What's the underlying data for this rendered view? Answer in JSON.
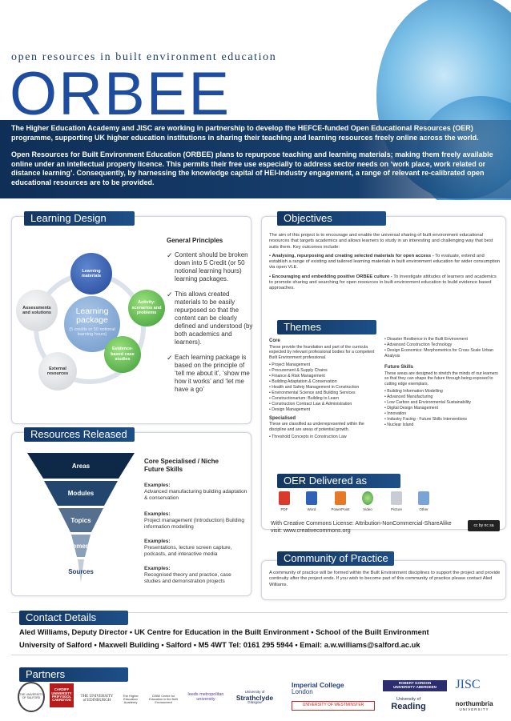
{
  "header": {
    "tagline": "open resources in built environment education",
    "wordmark": "ORBEE",
    "intro_p1": "The Higher Education Academy and JISC are working in partnership to develop the HEFCE-funded Open Educational Resources (OER) programme, supporting UK higher education institutions in sharing their teaching and learning resources freely online across the world.",
    "intro_p2": "Open Resources for Built Environment Education (ORBEE) plans to repurpose teaching and learning materials; making them freely available online under an intellectual property licence.  This permits their free use especially to address sector needs on ‘work place, work related or distance learning’.  Consequently, by harnessing the knowledge capital of HEI-Industry engagement, a range of relevant re-calibrated open educational resources are to be provided."
  },
  "learning_design": {
    "heading": "Learning Design",
    "center_title": "Learning package",
    "center_sub": "(5 credits or 50 notional learning hours)",
    "nodes": {
      "learning": "Learning materials",
      "activity": "Activity: scenarios and problems",
      "evidence": "Evidence-based case studies",
      "external": "External resources",
      "assessment": "Assessments and solutions"
    },
    "principles_title": "General Principles",
    "principles": [
      "Content should be broken down into 5 Credit (or 50 notional learning hours) learning packages.",
      "This allows created materials to be easily repurposed so that the content can be clearly defined and understood (by both academics and learners).",
      "Each learning package is based on the principle of ‘tell me about it’, ‘show me how it works’ and ‘let me have a go’"
    ]
  },
  "objectives": {
    "heading": "Objectives",
    "intro": "The aim of this project is to encourage and enable the universal sharing of built environment educational resources that targets academics and allows learners to study in an interesting and challenging way that best suits them. Key outcomes include:",
    "item1_bold": "Analysing, repurposing and creating selected materials for open access -",
    "item1_rest": " To evaluate, extend and establish a range of existing and tailored learning materials in built environment education for wider consumption via open VLE.",
    "item2_bold": "Encouraging and embedding positive ORBEE culture -",
    "item2_rest": " To investigate attitudes of learners and academics to promote sharing and searching for open resources in built environment education to build evidence based approaches."
  },
  "themes": {
    "heading": "Themes",
    "core_title": "Core",
    "core_desc": "These provide the foundation and part of the curricula expected by relevant professional bodies for a competent Built Environment professional.",
    "core_list": [
      "Project Management",
      "Procurement & Supply Chains",
      "Finance & Risk Management",
      "Building Adaptation & Conservation",
      "Health and Safety Management in Construction",
      "Environmental Science and Building Services",
      "Constructionarium: Building to Learn",
      "Construction Contract Law & Administration",
      "Design Management"
    ],
    "spec_title": "Specialised",
    "spec_desc": "These are classified as underrepresented within the discipline and are areas of potential growth.",
    "spec_list": [
      "Threshold Concepts in Construction Law",
      "Disaster Resilience in the Built Environment",
      "Advanced Construction Technology",
      "Design Economics: Morphometrics for Cross Scale Urban Analysis"
    ],
    "future_title": "Future Skills",
    "future_desc": "These areas are designed to stretch the minds of our learners so that they can shape the future through being exposed to cutting edge exemplars.",
    "future_list": [
      "Building Information Modelling",
      "Advanced Manufacturing",
      "Low Carbon and Environmental Sustainability",
      "Digital Design Management",
      "Innovation",
      "Industry Facing - Future Skills Interventions",
      "Nuclear Island"
    ]
  },
  "resources": {
    "heading": "Resources Released",
    "levels": [
      "Areas",
      "Modules",
      "Topics",
      "Elements",
      "Sources"
    ],
    "head_line1": "Core Specialised / Niche",
    "head_line2": "Future Skills",
    "examples": [
      {
        "label": "Examples:",
        "text": "Advanced manufacturing building adaptation & conservation"
      },
      {
        "label": "Examples:",
        "text": "Project management (Introduction) Building information modelling"
      },
      {
        "label": "Examples:",
        "text": "Presentations, lecture screen capture, podcasts, and interactive media"
      },
      {
        "label": "Examples:",
        "text": "Recognised theory and practice, case studies and demonstration projects"
      }
    ]
  },
  "oer": {
    "heading": "OER Delivered as",
    "formats": [
      "PDF",
      "Word",
      "PowerPoint",
      "Video",
      "Picture",
      "Other"
    ],
    "license": "With Creative Commons License: Attribution-NonCommercial-ShareAlike",
    "visit": "visit: www.creativecommons.org",
    "cc_badge": "cc by nc sa"
  },
  "community": {
    "heading": "Community of Practice",
    "text": "A community of practice will be formed within the Built Environment disciplines to support the project and provide continuity after the project ends. If you wish to become part of this community of practice please contact Aled Williams."
  },
  "contact": {
    "heading": "Contact Details",
    "line1": "Aled Williams, Deputy Director • UK Centre for Education in the Built Environment • School of the Built Environment",
    "line2": "University of Salford • Maxwell Building • Salford • M5 4WT Tel:  0161 295 5944 • Email: a.w.williams@salford.ac.uk"
  },
  "partners": {
    "heading": "Partners",
    "logos": {
      "salford": "THE UNIVERSITY OF SALFORD",
      "cardiff": "CARDIFF UNIVERSITY PRIFYSGOL CAERDYDD",
      "edinburgh": "THE UNIVERSITY of EDINBURGH",
      "hea": "The Higher Education Academy",
      "cebe": "CEBE Centre for Education in the Built Environment",
      "leeds": "leeds metropolitan university",
      "strathclyde_1": "University of",
      "strathclyde_2": "Strathclyde",
      "strathclyde_3": "Glasgow",
      "imperial_1": "Imperial College",
      "imperial_2": "London",
      "westminster": "UNIVERSITY OF WESTMINSTER",
      "rgu": "ROBERT GORDON UNIVERSITY·ABERDEEN",
      "jisc": "JISC",
      "reading_1": "University of",
      "reading_2": "Reading",
      "northumbria_1": "northumbria",
      "northumbria_2": "UNIVERSITY"
    }
  },
  "colors": {
    "navy": "#143763",
    "brand_blue": "#1e4da0",
    "green_node": "#3e9a3a"
  }
}
